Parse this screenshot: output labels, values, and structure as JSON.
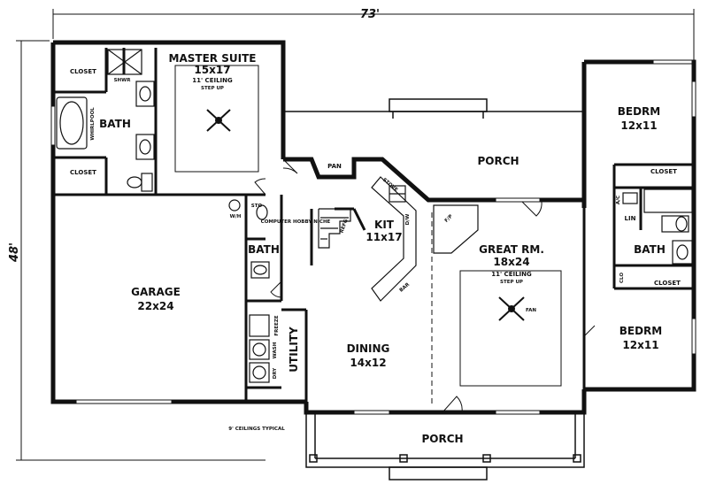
{
  "dimensions": {
    "width": "73'",
    "depth": "48'"
  },
  "rooms": {
    "master_suite": {
      "name": "MASTER SUITE",
      "size": "15x17",
      "ceiling": "11' CEILING",
      "step": "STEP UP"
    },
    "master_bath": {
      "name": "BATH"
    },
    "master_closet_top": {
      "name": "CLOSET"
    },
    "master_closet_bottom": {
      "name": "CLOSET"
    },
    "whirlpool": {
      "name": "WHIRLPOOL"
    },
    "shower": {
      "name": "SHWR"
    },
    "porch_rear": {
      "name": "PORCH"
    },
    "porch_front": {
      "name": "PORCH"
    },
    "bedroom1": {
      "name": "BEDRM",
      "size": "12x11"
    },
    "bedroom2": {
      "name": "BEDRM",
      "size": "12x11"
    },
    "closet_bed1": {
      "name": "CLOSET"
    },
    "closet_bed2": {
      "name": "CLOSET"
    },
    "hall_bath": {
      "name": "BATH"
    },
    "linen": {
      "name": "LIN"
    },
    "clo": {
      "name": "CLO"
    },
    "ac": {
      "name": "A/C"
    },
    "kitchen": {
      "name": "KIT",
      "size": "11x17"
    },
    "pan": {
      "name": "PAN"
    },
    "great_room": {
      "name": "GREAT RM.",
      "size": "18x24",
      "ceiling": "11' CEILING",
      "step": "STEP UP"
    },
    "garage": {
      "name": "GARAGE",
      "size": "22x24"
    },
    "dining": {
      "name": "DINING",
      "size": "14x12"
    },
    "utility": {
      "name": "UTILITY"
    },
    "half_bath": {
      "name": "BATH"
    },
    "computer_niche": {
      "name": "COMPUTER HOBBY NICHE"
    },
    "wh": {
      "name": "W/H"
    },
    "sto": {
      "name": "STO"
    },
    "freeze": {
      "name": "FREEZE"
    },
    "wash": {
      "name": "WASH"
    },
    "dry": {
      "name": "DRY"
    },
    "fan_label": {
      "name": "FAN"
    },
    "stove": {
      "name": "STOVE"
    },
    "refg": {
      "name": "REFG"
    },
    "dw": {
      "name": "D/W"
    },
    "fp": {
      "name": "F/P"
    },
    "bar": {
      "name": "BAR"
    }
  },
  "notes": {
    "ceilings": "9' CEILINGS TYPICAL"
  },
  "colors": {
    "ink": "#111111",
    "paper": "#ffffff"
  }
}
